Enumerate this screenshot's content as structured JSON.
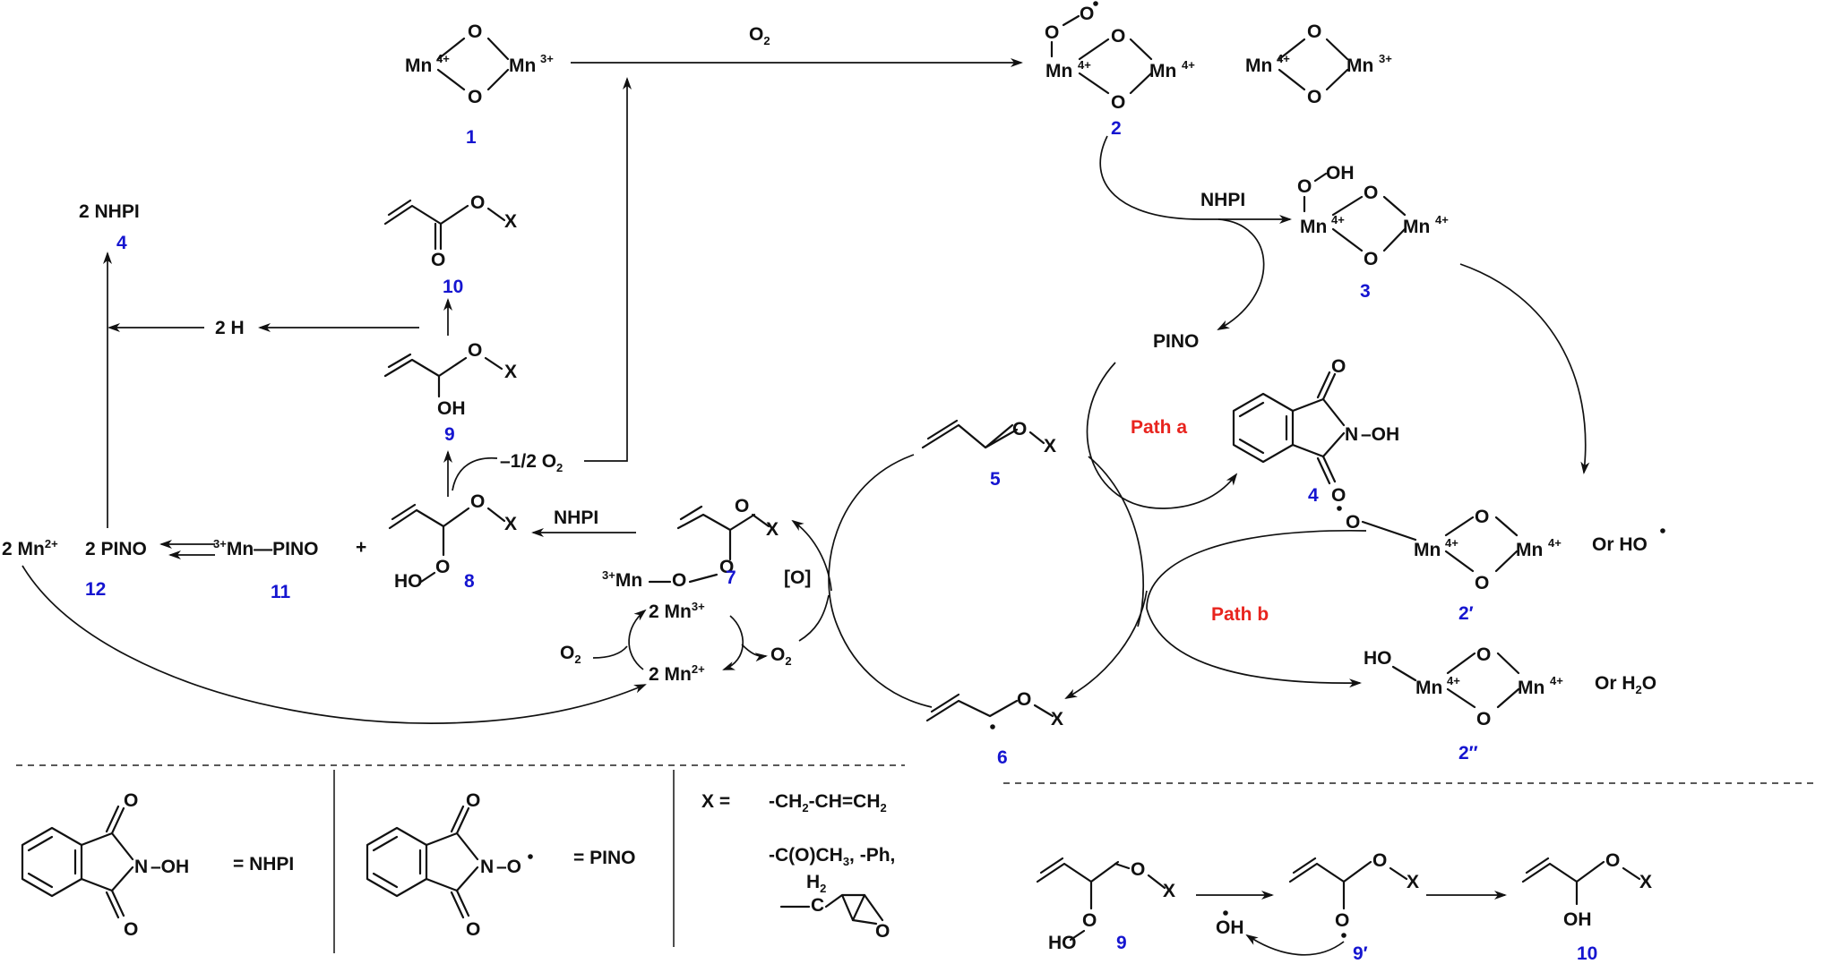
{
  "species": {
    "mn_dimer": {
      "left_ion": "Mn",
      "left_charge": "4+",
      "right_ion": "Mn",
      "right_charge": "3+",
      "bridge": "O"
    },
    "mn_dimer_plain": {
      "left_ion": "Mn",
      "left_charge": "4+",
      "right_ion": "Mn",
      "right_charge": "3+",
      "bridge": "O"
    },
    "peroxo_dimer": {
      "top_o": "O",
      "ion_a": "Mn",
      "charge_a": "4+",
      "ion_b": "Mn",
      "charge_b": "4+",
      "bridge": "O"
    },
    "hydroperoxo_dimer": {
      "oh": "OH",
      "o": "O",
      "ion_a": "Mn",
      "charge_a": "4+",
      "ion_b": "Mn",
      "charge_b": "4+",
      "bridge": "O"
    },
    "oxyl_dimer": {
      "o": "O",
      "ion_a": "Mn",
      "charge_a": "4+",
      "ion_b": "Mn",
      "charge_b": "4+",
      "bridge": "O"
    },
    "hydroxo_dimer": {
      "ho": "HO",
      "ion_a": "Mn",
      "charge_a": "4+",
      "ion_b": "Mn",
      "charge_b": "4+",
      "bridge": "O"
    }
  },
  "labels": {
    "o2_top": "O",
    "o2_top_sub": "2",
    "nhpi_reagent": "NHPI",
    "pino": "PINO",
    "two_nhpi": "2 NHPI",
    "two_h": "2 H",
    "half_o2": "–1/2 O",
    "half_o2_sub": "2",
    "nhpi_left": "NHPI",
    "two_mn2_left": "2 Mn",
    "two_mn2_left_sup": "2+",
    "two_pino": "2 PINO",
    "mn3_pino_sup": "3+",
    "mn3_pino": "Mn—PINO",
    "plus": "+",
    "mn3_prefix_sup": "3+",
    "mn3_prefix": "Mn",
    "ox": "[O]",
    "two_mn3": "2 Mn",
    "two_mn3_sup": "3+",
    "two_mn2": "2 Mn",
    "two_mn2_sup": "2+",
    "o2_left": "O",
    "o2_left_sub": "2",
    "o2_right": "O",
    "o2_right_sub": "2",
    "or_ho": "Or  HO",
    "or_h2o": "Or  H",
    "or_h2o_sub": "2",
    "or_h2o_end": "O",
    "path_a": "Path a",
    "path_b": "Path b",
    "eq_nhpi": "= NHPI",
    "eq_pino": "= PINO",
    "x_eq": "X =",
    "x_opt1": "-CH",
    "x_opt1_sub1": "2",
    "x_opt1_mid": "-CH=CH",
    "x_opt1_sub2": "2",
    "x_opt2": "-C(O)CH",
    "x_opt2_sub": "3",
    "x_opt2_end": ", -Ph,",
    "x_opt3_h2": "H",
    "x_opt3_h2_sub": "2",
    "x_opt3_c": "C",
    "o": "O",
    "x": "X",
    "oh": "OH",
    "ho": "HO",
    "n": "N",
    "oh_bond": "–OH",
    "o_rad": "–O"
  },
  "numbers": {
    "n1": "1",
    "n2": "2",
    "n3": "3",
    "n4a": "4",
    "n4b": "4",
    "n5": "5",
    "n6": "6",
    "n7": "7",
    "n8": "8",
    "n9": "9",
    "n10": "10",
    "n11": "11",
    "n12": "12",
    "n2p": "2′",
    "n2pp": "2″",
    "n9b": "9",
    "n9p": "9′",
    "n10b": "10"
  },
  "colors": {
    "number_blue": "#1515d0",
    "path_red": "#e8241e"
  }
}
